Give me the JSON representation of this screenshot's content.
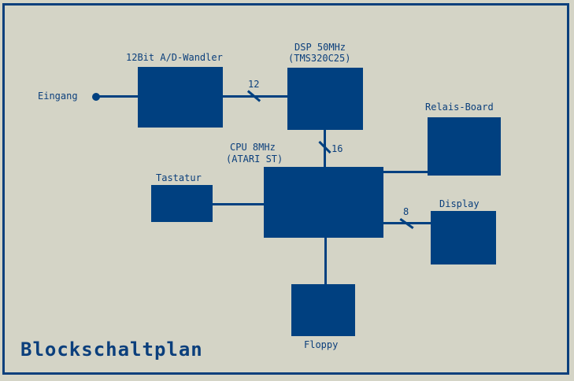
{
  "diagram": {
    "title": "Blockschaltplan",
    "input": {
      "label": "Eingang"
    },
    "blocks": {
      "adc": {
        "label": "12Bit A/D-Wandler"
      },
      "dsp": {
        "label_line1": "DSP 50MHz",
        "label_line2": "(TMS320C25)"
      },
      "cpu": {
        "label_line1": "CPU 8MHz",
        "label_line2": "(ATARI ST)"
      },
      "relais": {
        "label": "Relais-Board"
      },
      "tastatur": {
        "label": "Tastatur"
      },
      "display": {
        "label": "Display"
      },
      "floppy": {
        "label": "Floppy"
      }
    },
    "buses": {
      "adc_dsp": "12",
      "dsp_cpu": "16",
      "cpu_display": "8"
    },
    "colors": {
      "block": "#004080",
      "background": "#d4d4c6",
      "text": "#0b3f7c"
    }
  }
}
